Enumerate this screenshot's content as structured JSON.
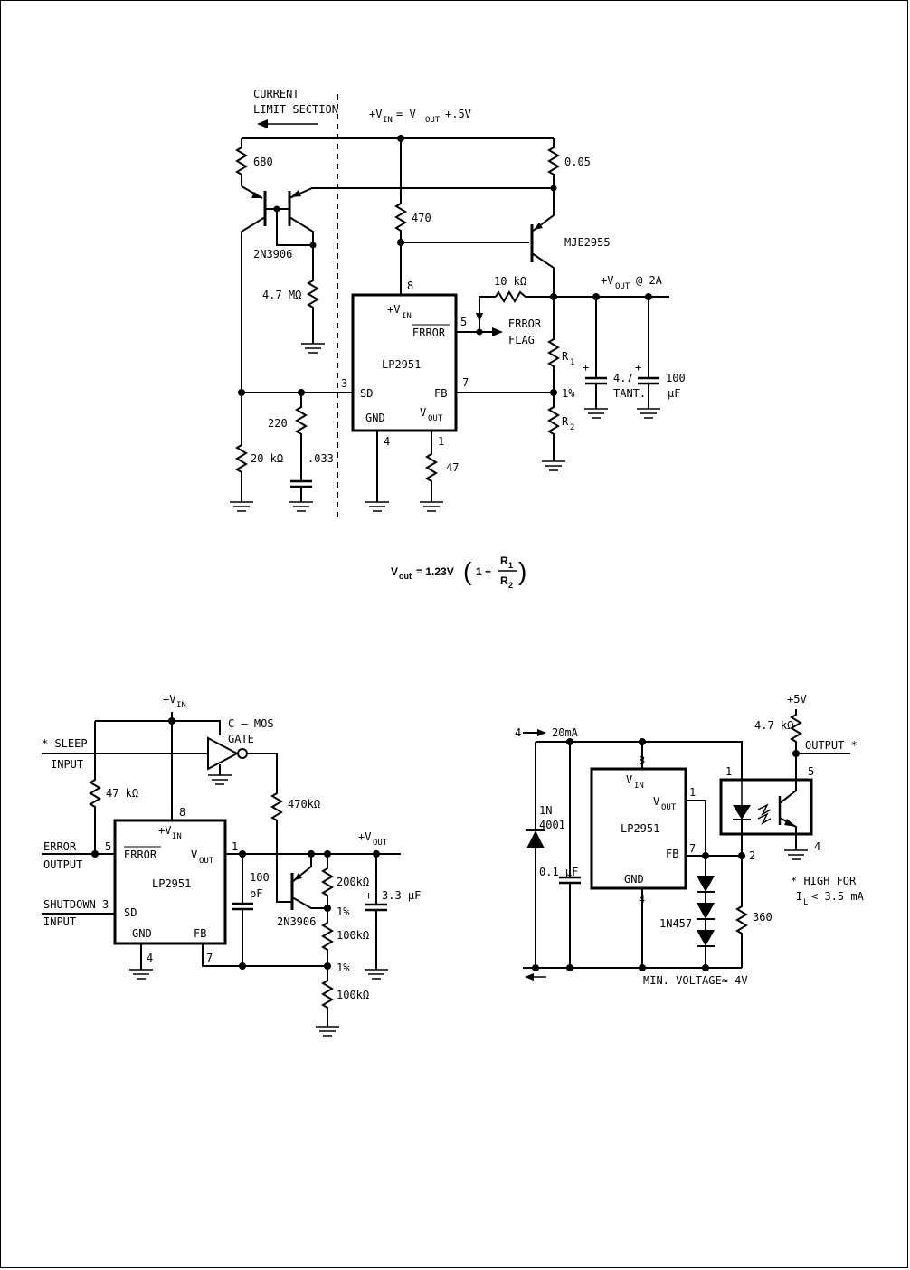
{
  "fig1": {
    "current_limit": "CURRENT",
    "limit_section": "LIMIT SECTION",
    "vin_eq": "+V",
    "vin_eq_sub": "IN",
    "vin_eq_mid": "= V",
    "vin_eq_sub2": "OUT",
    "vin_eq_tail": "+.5V",
    "r680": "680",
    "r005": "0.05",
    "r470": "470",
    "q_pnp": "MJE2955",
    "q_pair": "2N3906",
    "r47m": "4.7 MΩ",
    "pin8": "8",
    "r10k": "10 kΩ",
    "vout_label": "+V",
    "vout_sub": "OUT",
    "vout_tail": "@ 2A",
    "chip_vin": "+V",
    "chip_vin_sub": "IN",
    "chip_error": "ERROR",
    "pin5": "5",
    "error_flag1": "ERROR",
    "error_flag2": "FLAG",
    "chip_name": "LP2951",
    "r1": "R",
    "r1_sub": "1",
    "c47_1": "4.7",
    "c47_2": "TANT.",
    "c100_1": "100",
    "c100_2": "µF",
    "pin3": "3",
    "chip_sd": "SD",
    "chip_fb": "FB",
    "pin7": "7",
    "pct": "1%",
    "r220": "220",
    "chip_gnd": "GND",
    "chip_vout": "V",
    "chip_vout_sub": "OUT",
    "r2": "R",
    "r2_sub": "2",
    "pin4": "4",
    "pin1": "1",
    "r20k": "20 kΩ",
    "c033": ".033",
    "r47": "47"
  },
  "formula": {
    "lhs": "V",
    "lhs_sub": "out",
    "eq": "= 1.23V",
    "open": "(",
    "one_plus": "1 +",
    "num": "R",
    "num_sub": "1",
    "den": "R",
    "den_sub": "2",
    "close": ")"
  },
  "fig2": {
    "vin": "+V",
    "vin_sub": "IN",
    "cmos1": "C – MOS",
    "cmos2": "GATE",
    "sleep": "* SLEEP",
    "sleep_input": "INPUT",
    "r47k": "47 kΩ",
    "pin8": "8",
    "r470k": "470kΩ",
    "vout": "+V",
    "vout_sub": "OUT",
    "chip_vin": "+V",
    "chip_vin_sub": "IN",
    "error1": "ERROR",
    "error2": "OUTPUT",
    "pin5": "5",
    "chip_error": "ERROR",
    "chip_vout": "V",
    "chip_vout_sub": "OUT",
    "pin1": "1",
    "c100_1": "100",
    "c100_2": "pF",
    "r200k": "200kΩ",
    "chip_name": "LP2951",
    "c33": "3.3 µF",
    "shutdown": "SHUTDOWN 3",
    "shutdown_input": "INPUT",
    "chip_sd": "SD",
    "q": "2N3906",
    "pct": "1%",
    "r100k": "100kΩ",
    "chip_gnd": "GND",
    "chip_fb": "FB",
    "pin4": "4",
    "pin7": "7"
  },
  "fig3": {
    "v5": "+5V",
    "r47k": "4.7 kΩ",
    "pin4": "4",
    "i20": "20mA",
    "pin8": "8",
    "output": "OUTPUT *",
    "pin1": "1",
    "pin5": "5",
    "chip_vin": "V",
    "chip_vin_sub": "IN",
    "chip_vout": "V",
    "chip_vout_sub": "OUT",
    "d1_1": "1N",
    "d1_2": "4001",
    "chip_name": "LP2951",
    "chip_fb": "FB",
    "pin7": "7",
    "pin2": "2",
    "c01": "0.1 µF",
    "note1": "* HIGH FOR",
    "note2": "I",
    "note2_sub": "L",
    "note2_tail": "< 3.5 mA",
    "chip_gnd": "GND",
    "pin4b": "4",
    "d2": "1N457",
    "r360": "360",
    "minv": "MIN. VOLTAGE≈ 4V"
  }
}
